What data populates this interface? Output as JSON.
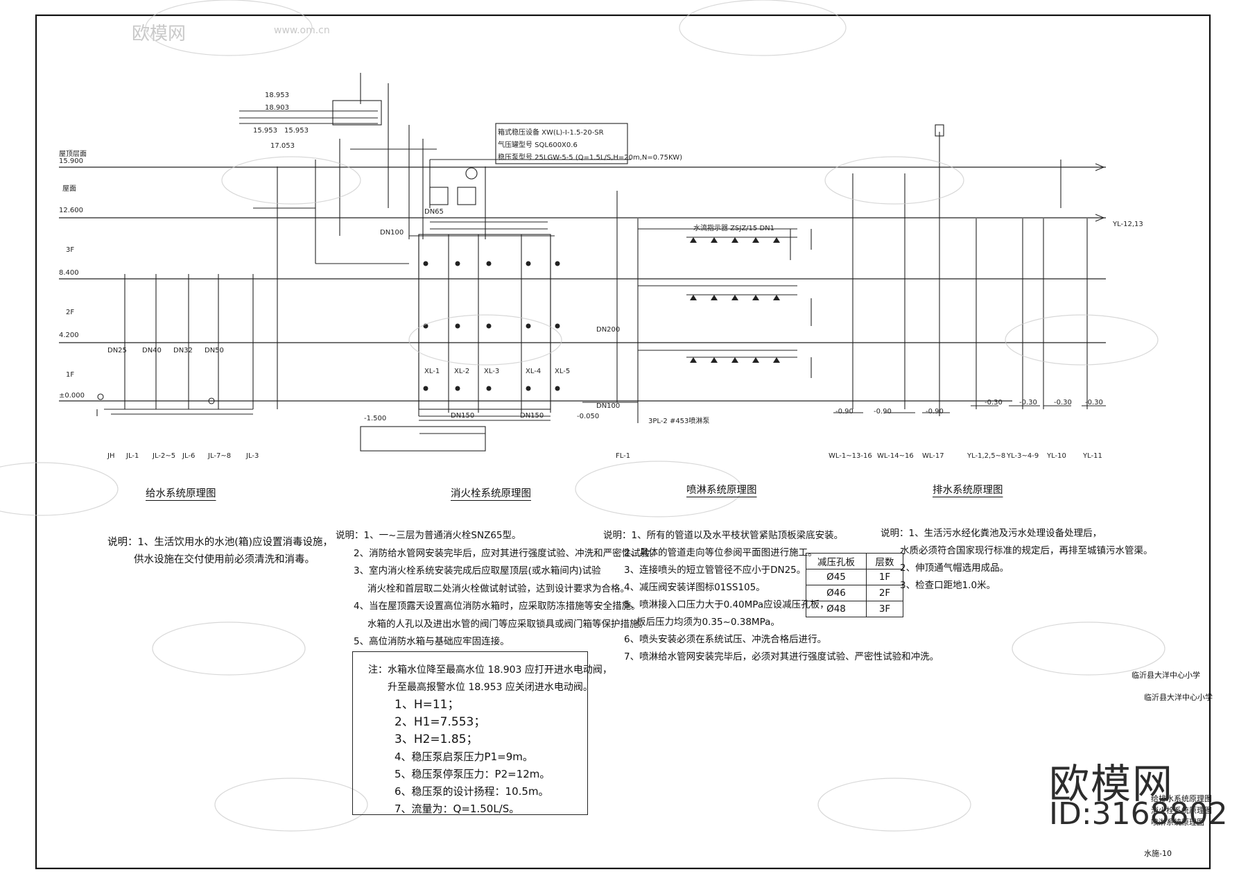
{
  "drawing": {
    "system_titles": [
      "给水系统原理图",
      "消火栓系统原理图",
      "喷淋系统原理图",
      "排水系统原理图"
    ],
    "levels": [
      {
        "elev": "15.900",
        "name": "屋顶层面"
      },
      {
        "elev": "12.600",
        "name": "屋面"
      },
      {
        "elev": "8.400",
        "name": "3F"
      },
      {
        "elev": "4.200",
        "name": "2F"
      },
      {
        "elev": "±0.000",
        "name": "1F"
      }
    ],
    "riser_labels_bottom": [
      "JH",
      "JL-1",
      "JL-2~5",
      "JL-6",
      "JL-7~8",
      "JL-3",
      "FL-1",
      "WL-1~13-16",
      "WL-14~16",
      "WL-17",
      "YL-1,2,5~8",
      "YL-3~4-9",
      "YL-10",
      "YL-11"
    ],
    "hydrant_risers": [
      "XL-1",
      "XL-2",
      "XL-3",
      "XL-4",
      "XL-5"
    ],
    "pipe_sizes": [
      "DN25",
      "DN40",
      "DN32",
      "DN50",
      "DN65",
      "DN100",
      "DN150",
      "DN200",
      "DN150",
      "DN100"
    ],
    "top_note_lines": [
      "箱式稳压设备 XW(L)-I-1.5-20-SR",
      "气压罐型号 SQL600X0.6",
      "稳压泵型号 25LGW-5-5 (Q=1.5L/S,H=20m,N=0.75KW)"
    ],
    "elev_marks": [
      "18.953",
      "18.903",
      "15.953",
      "15.953",
      "17.053",
      "-1.500",
      "-0.050",
      "-0.90",
      "-0.30",
      "-0.90",
      "-0.90",
      "-0.30",
      "-0.30",
      "-0.30"
    ],
    "yl_label": "YL-12,13",
    "spray_labels": [
      "3PL-2 #453喷淋泵",
      "水流指示器 ZSJZ/15 DN1"
    ]
  },
  "notes_water": {
    "lines": [
      "说明：1、生活饮用水的水池(箱)应设置消毒设施，",
      "供水设施在交付使用前必须清洗和消毒。"
    ]
  },
  "notes_hydrant": {
    "lines": [
      "说明：1、一~三层为普通消火栓SNZ65型。",
      "2、消防给水管网安装完毕后，应对其进行强度试验、冲洗和严密性试验。",
      "3、室内消火栓系统安装完成后应取屋顶层(或水箱间内)试验",
      "消火栓和首层取二处消火栓做试射试验，达到设计要求为合格。",
      "4、当在屋顶露天设置高位消防水箱时，应采取防冻措施等安全措施。",
      "水箱的人孔以及进出水管的阀门等应采取锁具或阀门箱等保护措施。",
      "5、高位消防水箱与基础应牢固连接。"
    ]
  },
  "notes_spray": {
    "lines": [
      "说明：1、所有的管道以及水平枝状管紧贴顶板梁底安装。",
      "2、具体的管道走向等位参阅平面图进行施工。",
      "3、连接喷头的短立管管径不应小于DN25。",
      "4、减压阀安装详图标01SS105。",
      "5、喷淋接入口压力大于0.40MPa应设减压孔板，",
      "板后压力均须为0.35~0.38MPa。",
      "6、喷头安装必须在系统试压、冲洗合格后进行。",
      "7、喷淋给水管网安装完毕后，必须对其进行强度试验、严密性试验和冲洗。"
    ]
  },
  "notes_drain": {
    "lines": [
      "说明：1、生活污水经化粪池及污水处理设备处理后，",
      "水质必须符合国家现行标准的规定后，再排至城镇污水管渠。",
      "2、伸顶通气帽选用成品。",
      "3、检查口距地1.0米。"
    ]
  },
  "reducer_table": {
    "header": [
      "减压孔板",
      "层数"
    ],
    "rows": [
      [
        "Ø45",
        "1F"
      ],
      [
        "Ø46",
        "2F"
      ],
      [
        "Ø48",
        "3F"
      ]
    ]
  },
  "box_note": {
    "lines": [
      "注：水箱水位降至最高水位 18.903 应打开进水电动阀，",
      "升至最高报警水位 18.953 应关闭进水电动阀。",
      "1、H=11；",
      "2、H1=7.553；",
      "3、H2=1.85；",
      "4、稳压泵启泵压力P1=9m。",
      "5、稳压泵停泵压力：P2=12m。",
      "6、稳压泵的设计扬程：10.5m。",
      "7、流量为：Q=1.50L/S。"
    ]
  },
  "title_block": {
    "project": "临沂县大洋中心小学",
    "client": "临沂县大洋中心小学",
    "drawing_names": [
      "给排水系统原理图",
      "消火栓系统原理图",
      "喷淋系统原理图"
    ],
    "sheet_no": "水施-10"
  },
  "watermark": {
    "brand": "欧模网",
    "url": "www.om.cn",
    "id": "ID:3168802"
  }
}
